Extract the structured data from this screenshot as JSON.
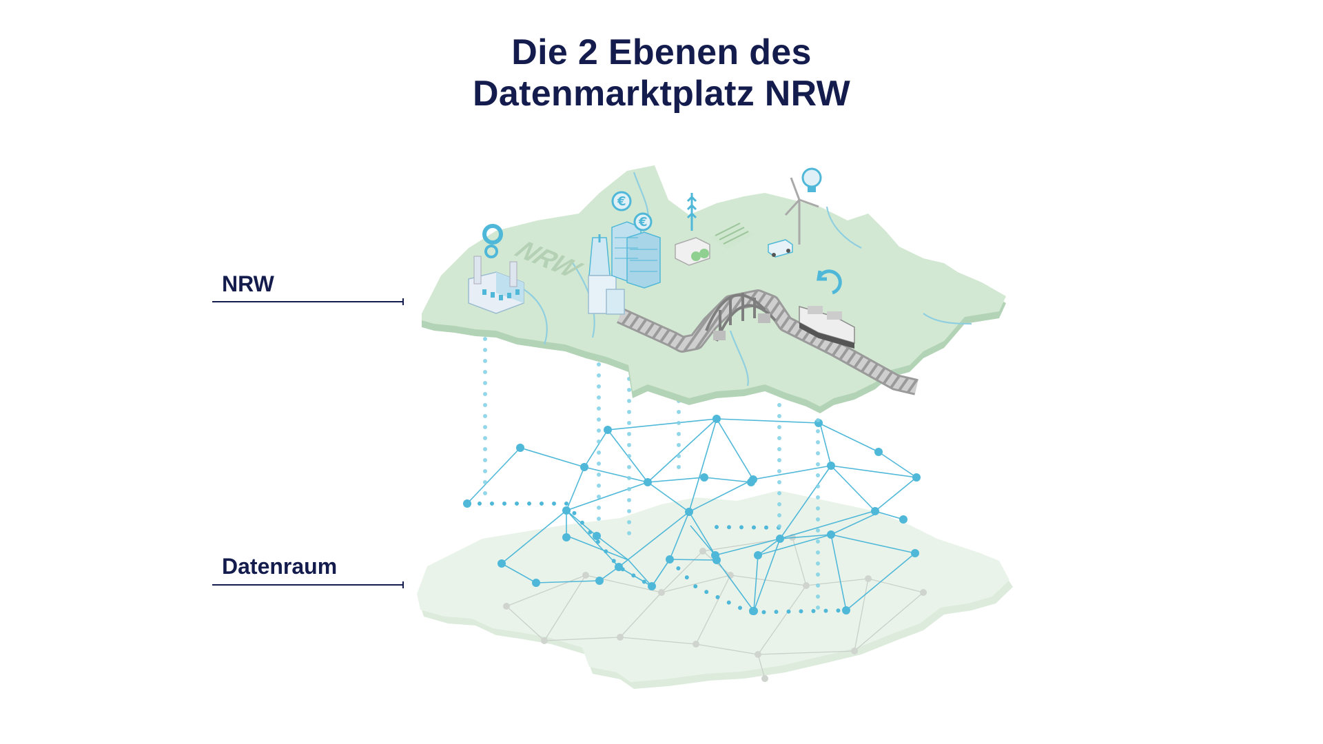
{
  "title": {
    "line1": "Die 2 Ebenen des",
    "line2": "Datenmarktplatz NRW"
  },
  "layers": {
    "top_label": "NRW",
    "bottom_label": "Datenraum"
  },
  "map": {
    "region_text": "NRW"
  },
  "icons": {
    "top_layer": [
      "factory-icon",
      "gear-icon",
      "office-towers-icon",
      "euro-coin-icon",
      "research-tower-icon",
      "farm-field-icon",
      "wind-turbine-icon",
      "lightbulb-icon",
      "car-icon",
      "bridge-icon",
      "train-icon",
      "refresh-icon",
      "railway-icon",
      "river-icon"
    ],
    "bottom_layer": [
      "network-node-icon",
      "network-link-icon"
    ]
  },
  "colors": {
    "title": "#131c4c",
    "map_top": "#d3e8d3",
    "map_top_side": "#b3d3b6",
    "map_bottom": "#eaf3ea",
    "network": "#4fb8d8",
    "river": "#7fc6df"
  }
}
